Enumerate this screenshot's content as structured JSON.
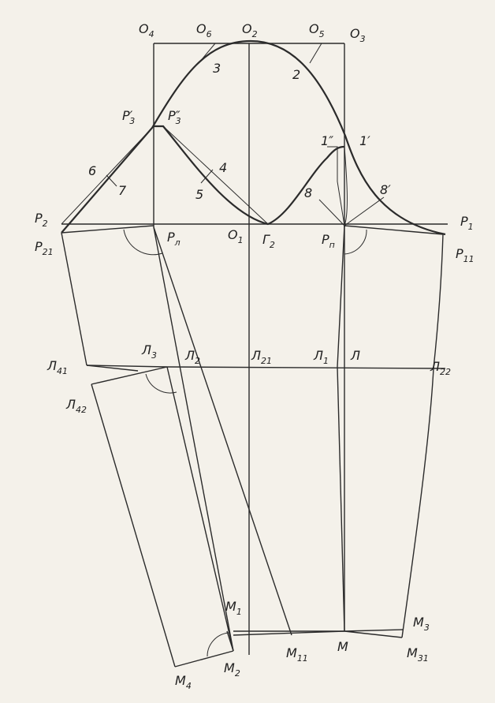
{
  "figure": {
    "labels": {
      "O4": {
        "base": "O",
        "sub": "4"
      },
      "O6": {
        "base": "O",
        "sub": "6"
      },
      "O2": {
        "base": "O",
        "sub": "2"
      },
      "O5": {
        "base": "O",
        "sub": "5"
      },
      "O3": {
        "base": "O",
        "sub": "3"
      },
      "n3": {
        "base": "3",
        "sub": ""
      },
      "n2": {
        "base": "2",
        "sub": ""
      },
      "P3p": {
        "base": "P′",
        "sub": "3"
      },
      "P3pp": {
        "base": "P″",
        "sub": "3"
      },
      "n1pp": {
        "base": "1″",
        "sub": ""
      },
      "n1p": {
        "base": "1′",
        "sub": ""
      },
      "n6": {
        "base": "6",
        "sub": ""
      },
      "n7": {
        "base": "7",
        "sub": ""
      },
      "n4": {
        "base": "4",
        "sub": ""
      },
      "n5": {
        "base": "5",
        "sub": ""
      },
      "n8": {
        "base": "8",
        "sub": ""
      },
      "n8p": {
        "base": "8′",
        "sub": ""
      },
      "P2": {
        "base": "P",
        "sub": "2"
      },
      "P21": {
        "base": "P",
        "sub": "21"
      },
      "Pl": {
        "base": "P",
        "sub": "л"
      },
      "O1": {
        "base": "O",
        "sub": "1"
      },
      "G2": {
        "base": "Г",
        "sub": "2"
      },
      "Pp": {
        "base": "P",
        "sub": "п"
      },
      "P1": {
        "base": "P",
        "sub": "1"
      },
      "P11": {
        "base": "P",
        "sub": "11"
      },
      "L41": {
        "base": "Л",
        "sub": "41"
      },
      "L3": {
        "base": "Л",
        "sub": "3"
      },
      "L2": {
        "base": "Л",
        "sub": "2"
      },
      "L21": {
        "base": "Л",
        "sub": "21"
      },
      "L1": {
        "base": "Л",
        "sub": "1"
      },
      "L": {
        "base": "Л",
        "sub": ""
      },
      "L22": {
        "base": "Л",
        "sub": "22"
      },
      "L42": {
        "base": "Л",
        "sub": "42"
      },
      "M1": {
        "base": "M",
        "sub": "1"
      },
      "M3": {
        "base": "M",
        "sub": "3"
      },
      "M11": {
        "base": "M",
        "sub": "11"
      },
      "M": {
        "base": "M",
        "sub": ""
      },
      "M31": {
        "base": "M",
        "sub": "31"
      },
      "M2": {
        "base": "M",
        "sub": "2"
      },
      "M4": {
        "base": "M",
        "sub": "4"
      }
    }
  }
}
